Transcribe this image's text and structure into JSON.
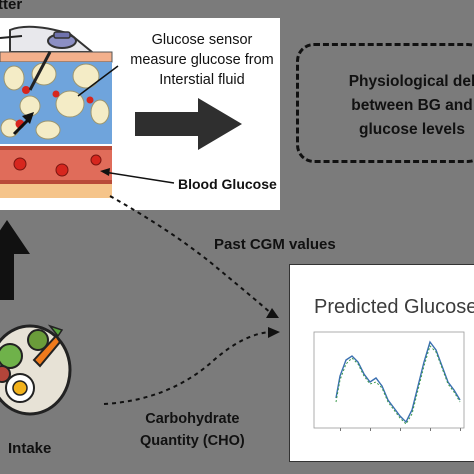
{
  "sensor": {
    "top_label": "tter",
    "caption": "Glucose sensor measure glucose from Interstial fluid",
    "blood_glucose_label": "Blood Glucose"
  },
  "delay": {
    "text_line1": "Physiological del",
    "text_line2": "between BG and",
    "text_line3": "glucose levels"
  },
  "inputs": {
    "past_cgm_label": "Past CGM values",
    "carb_line1": "Carbohydrate",
    "carb_line2": "Quantity (CHO)",
    "intake_label": "Intake"
  },
  "prediction": {
    "title": "Predicted Glucose"
  },
  "colors": {
    "background": "#7b7b7b",
    "tissue": "#6fa4dc",
    "fat_cell": "#f4ecc6",
    "vessel": "#e06c5a",
    "blood_cell": "#d7261e",
    "arrow": "#2f2f2f",
    "trace_blue": "#3a6fb0",
    "trace_green": "#3c9a4b"
  }
}
